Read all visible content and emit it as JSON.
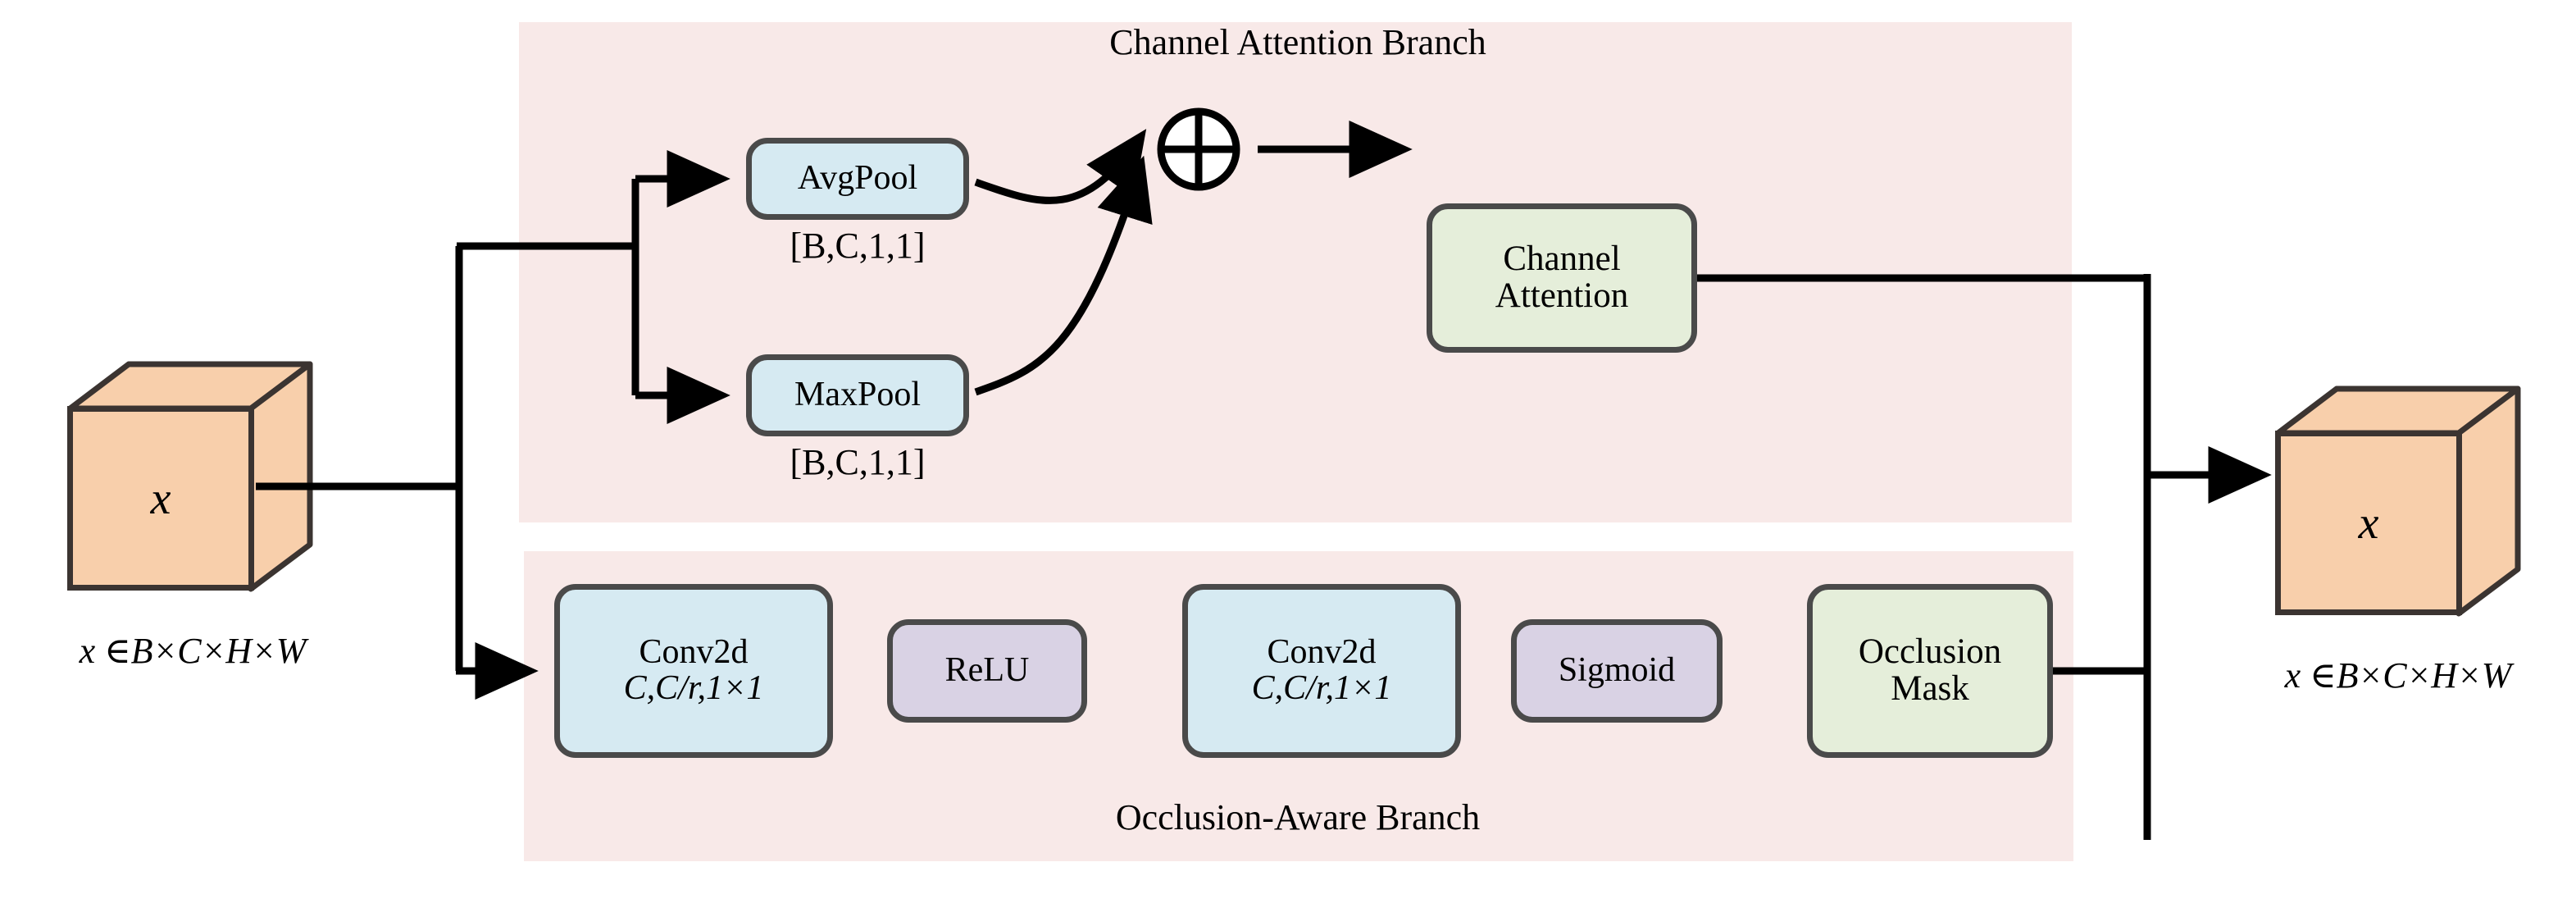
{
  "diagram": {
    "panels": {
      "channel": {
        "title": "Channel Attention Branch",
        "bg": "#f8e9e8"
      },
      "occlusion": {
        "title": "Occlusion-Aware Branch",
        "bg": "#f8e9e8"
      }
    },
    "input_cube": {
      "letter": "x",
      "caption": "x ∈B×C×H×W",
      "fill": "#f8cfab",
      "stroke": "#3b3431"
    },
    "output_cube": {
      "letter": "x",
      "caption": "x ∈B×C×H×W",
      "fill": "#f8cfab",
      "stroke": "#3b3431"
    },
    "nodes": {
      "avgpool": {
        "label": "AvgPool",
        "fill": "#d6eaf2",
        "shape_caption": "[B,C,1,1]"
      },
      "maxpool": {
        "label": "MaxPool",
        "fill": "#d6eaf2",
        "shape_caption": "[B,C,1,1]"
      },
      "channel_attention": {
        "line1": "Channel",
        "line2": "Attention",
        "fill": "#e5eeda"
      },
      "conv2d_1": {
        "label": "Conv2d",
        "sub": "C,C/r,1×1",
        "fill": "#d6eaf2"
      },
      "relu": {
        "label": "ReLU",
        "fill": "#d9d2e4"
      },
      "conv2d_2": {
        "label": "Conv2d",
        "sub": "C,C/r,1×1",
        "fill": "#d6eaf2"
      },
      "sigmoid": {
        "label": "Sigmoid",
        "fill": "#d9d2e4"
      },
      "occlusion_mask": {
        "line1": "Occlusion",
        "line2": "Mask",
        "fill": "#e5eeda"
      }
    },
    "operators": {
      "sum": {
        "symbol": "⊕",
        "name": "element-wise-sum"
      }
    },
    "edge_color": "#000000"
  }
}
